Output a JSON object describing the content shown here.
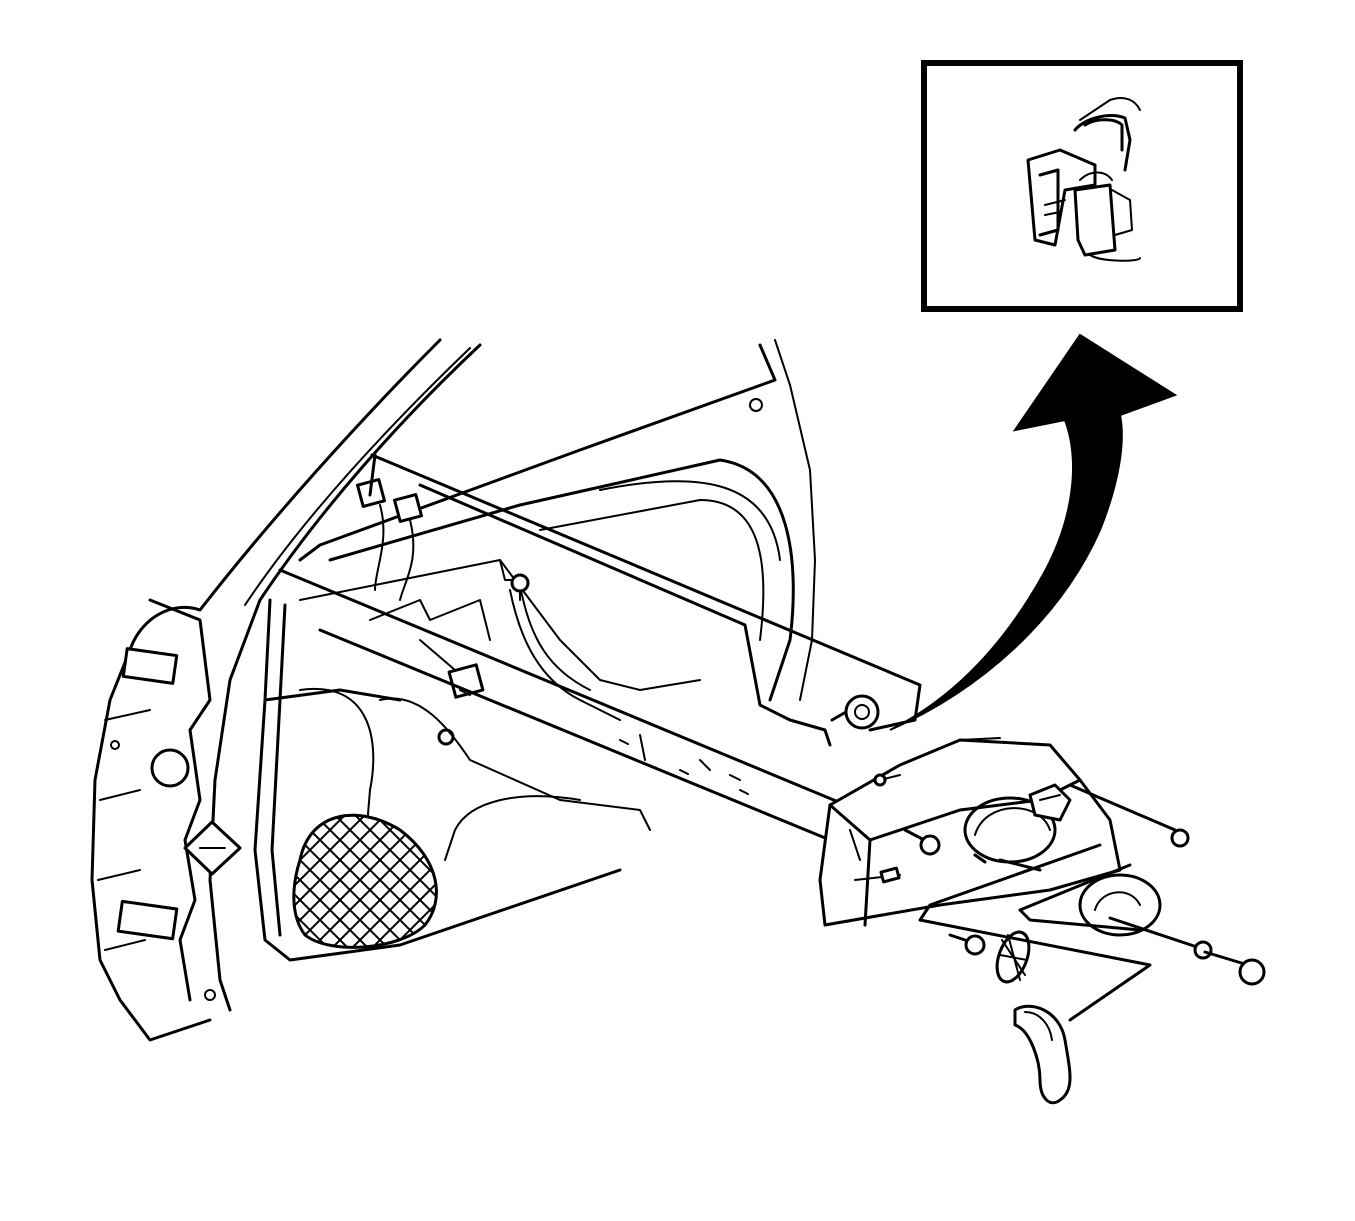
{
  "diagram": {
    "labels": [],
    "colors": {
      "line": "#000000",
      "background": "#ffffff"
    },
    "parts": [
      "vehicle-body-door-opening",
      "door-inner-panel",
      "door-trim-panel",
      "speaker-grille",
      "pull-handle-bracket",
      "retainer-clip",
      "trim-screw",
      "push-pin-retainer",
      "screw-cap",
      "pull-cup-cover",
      "detail-inset-clip-view",
      "callout-arrow"
    ]
  }
}
